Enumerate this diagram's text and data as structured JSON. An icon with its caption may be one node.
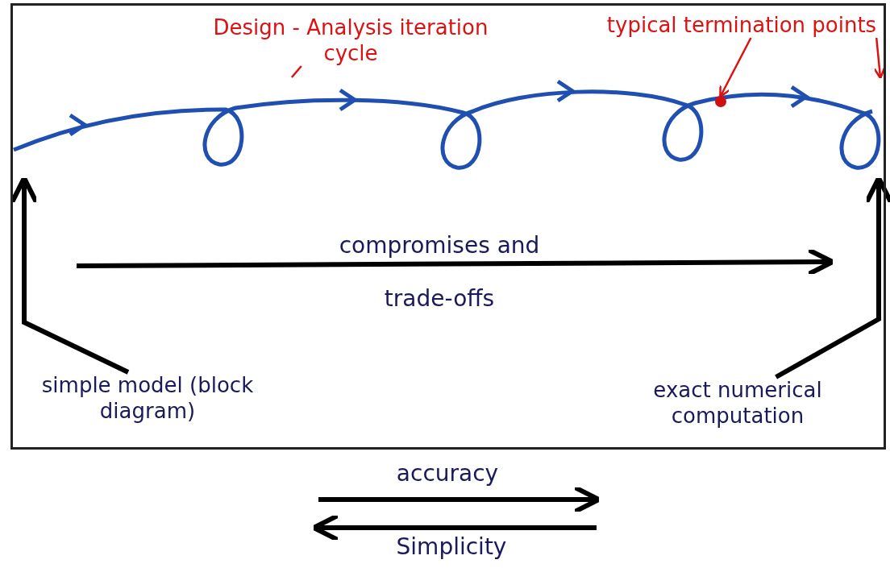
{
  "diagram": {
    "nodes": [
      {
        "text": [
          "Design - Analysis iteration cycle"
        ]
      },
      {
        "text": [
          "typical termination points"
        ]
      },
      {
        "text": [],
        "shape": "picture"
      },
      {
        "text": [],
        "shape": "circle",
        "in": 2
      },
      {
        "text": [
          "simple model (block diagram)"
        ]
      },
      {
        "text": [
          "exact numerical computation"
        ]
      }
    ],
    "edges": [
      {
        "from": 0,
        "to": 2,
        "arrow": "none"
      },
      {
        "from": 1,
        "to": 3,
        "arrow": "to"
      },
      {
        "from": 1,
        "to": 2,
        "arrow": "to"
      },
      {
        "from": 4,
        "to": 2,
        "arrow": "to",
        "style": "thick",
        "color": "#000000"
      },
      {
        "from": 5,
        "to": 2,
        "arrow": "to",
        "style": "thick",
        "color": "#000000"
      }
    ],
    "labels": [
      "compromises and trade-offs",
      "accuracy",
      "Simplicity"
    ]
  }
}
